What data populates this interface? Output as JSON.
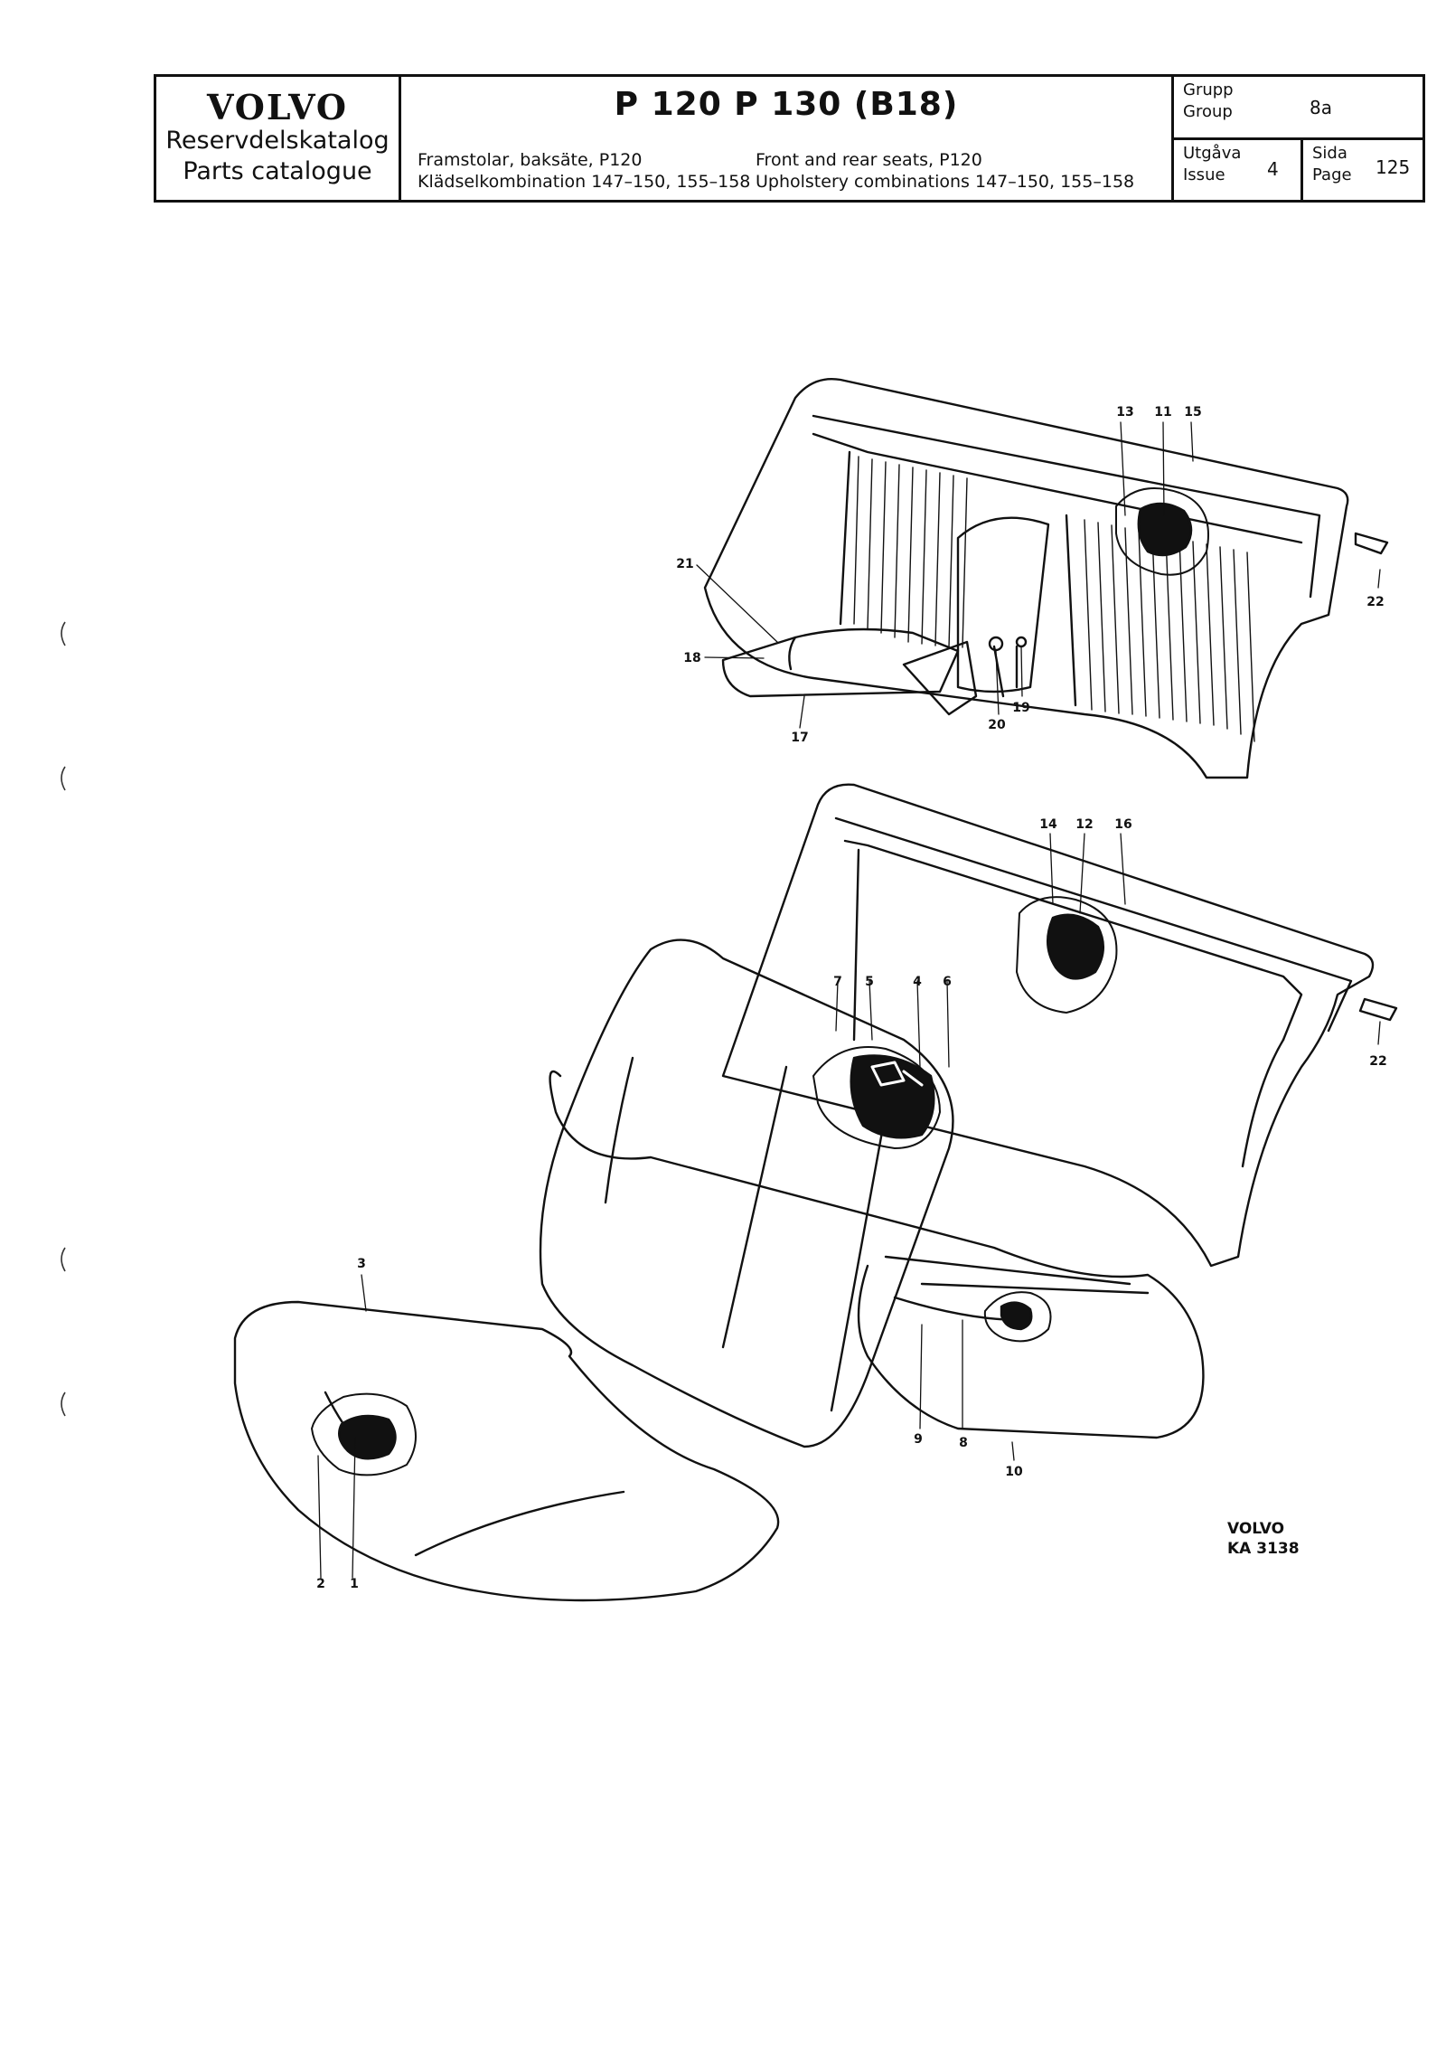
{
  "header": {
    "brand": "VOLVO",
    "catalog_sv": "Reservdelskatalog",
    "catalog_en": "Parts catalogue",
    "models": "P 120  P 130 (B18)",
    "desc_sv_line1": "Framstolar, baksäte, P120",
    "desc_sv_line2": "Klädselkombination 147–150, 155–158",
    "desc_en_line1": "Front and rear seats, P120",
    "desc_en_line2": "Upholstery combinations 147–150, 155–158",
    "group_label_sv": "Grupp",
    "group_label_en": "Group",
    "group_value": "8a",
    "issue_label_sv": "Utgåva",
    "issue_label_en": "Issue",
    "issue_value": "4",
    "page_label_sv": "Sida",
    "page_label_en": "Page",
    "page_value": "125"
  },
  "callouts": [
    "1",
    "2",
    "3",
    "4",
    "5",
    "6",
    "7",
    "8",
    "9",
    "10",
    "11",
    "12",
    "13",
    "14",
    "15",
    "16",
    "17",
    "18",
    "19",
    "20",
    "21",
    "22",
    "22"
  ],
  "figure_ref": {
    "line1": "VOLVO",
    "line2": "KA 3138"
  }
}
